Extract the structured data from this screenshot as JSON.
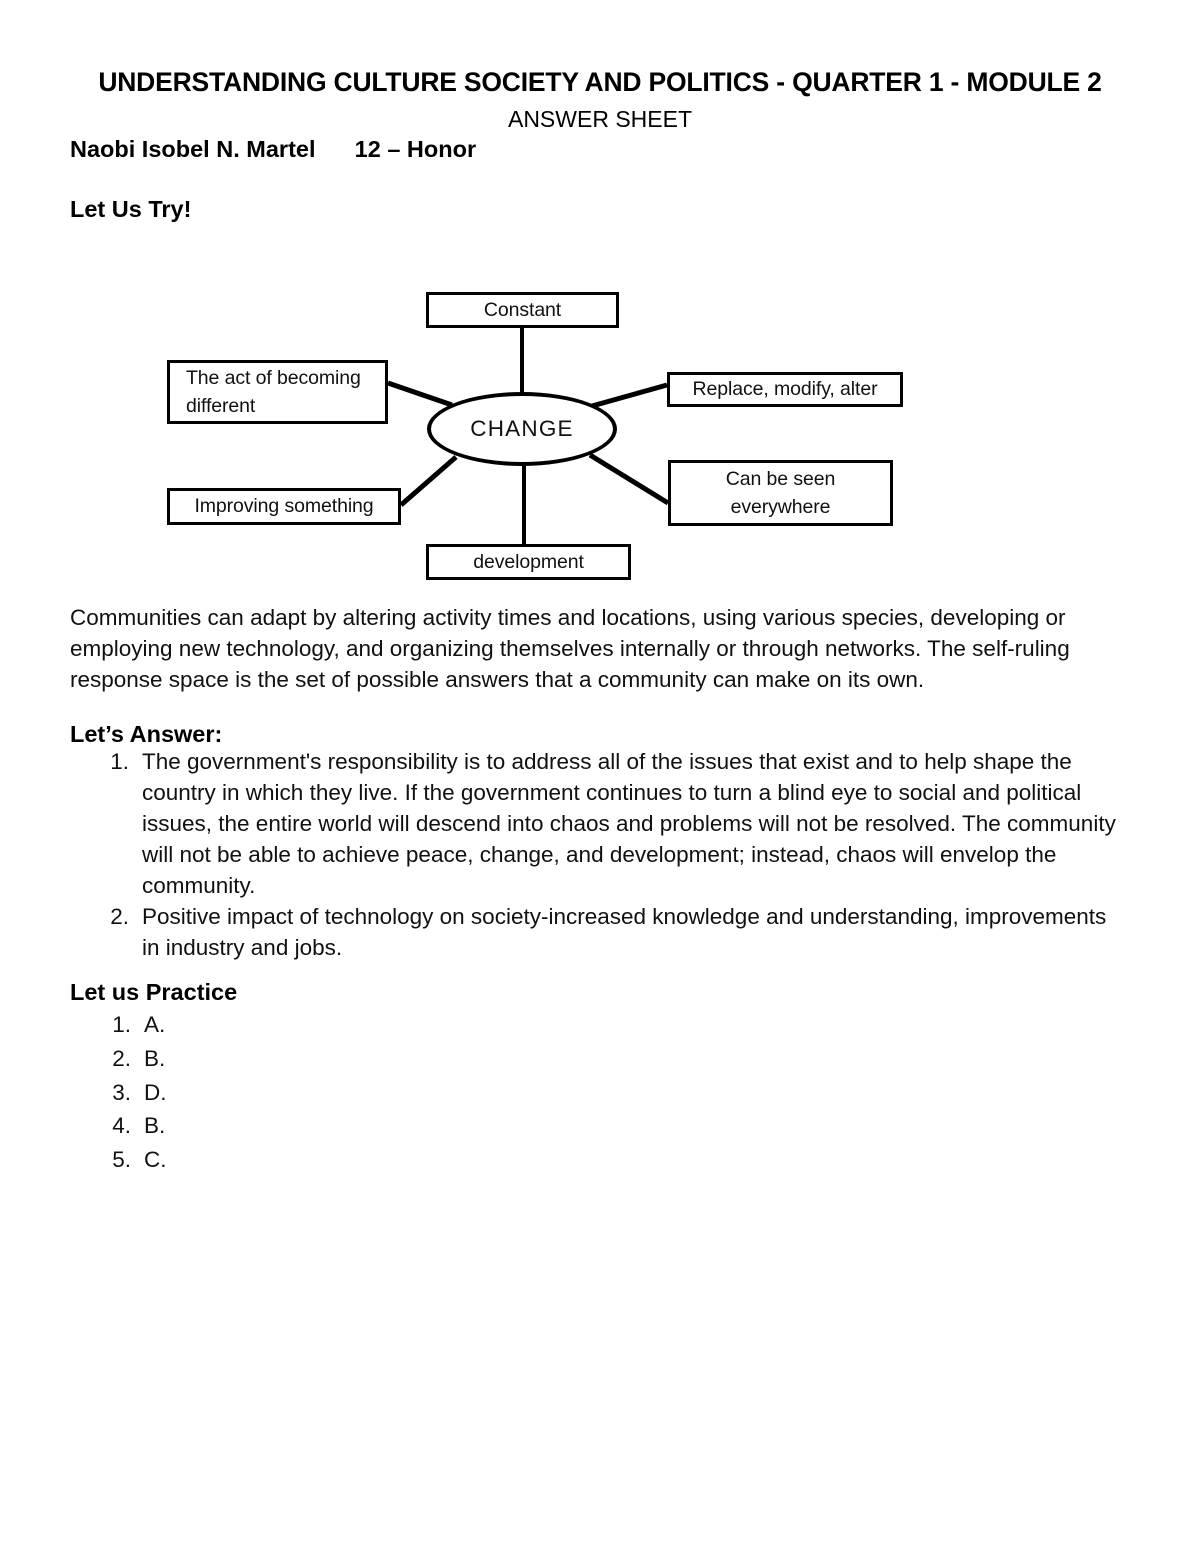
{
  "document": {
    "title": "UNDERSTANDING CULTURE SOCIETY AND POLITICS - QUARTER 1 - MODULE 2",
    "subtitle": "ANSWER SHEET",
    "student_line": "Naobi Isobel N. Martel      12 – Honor"
  },
  "sections": {
    "let_us_try": "Let Us Try!",
    "lets_answer": "Let’s Answer:",
    "let_us_practice": "Let us Practice"
  },
  "diagram": {
    "center": "CHANGE",
    "nodes": {
      "constant": "Constant",
      "act_of_becoming_different": "The act of becoming different",
      "replace_modify_alter": "Replace, modify, alter",
      "improving_something": "Improving something",
      "can_be_seen_everywhere": "Can be seen everywhere",
      "development": "development"
    }
  },
  "body_paragraph": "Communities can adapt by altering activity times and locations, using various species, developing or employing new technology, and organizing themselves internally or through networks. The self-ruling response space is the set of possible answers that a community can make on its own.",
  "answers": [
    {
      "marker": "1.",
      "text": "The government's responsibility is to address all of the issues that exist and to help shape the country in which they live. If the government continues to turn a blind eye to social and political issues, the entire world will descend into chaos and problems will not be resolved. The community will not be able to achieve peace, change, and development; instead, chaos will envelop the community."
    },
    {
      "marker": "2.",
      "text": "Positive impact of technology on society-increased knowledge and understanding, improvements in industry and jobs."
    }
  ],
  "practice": [
    {
      "marker": "1.",
      "text": "A."
    },
    {
      "marker": "2.",
      "text": "B."
    },
    {
      "marker": "3.",
      "text": "D."
    },
    {
      "marker": "4.",
      "text": "B."
    },
    {
      "marker": "5.",
      "text": "C."
    }
  ],
  "colors": {
    "page_background": "#ffffff",
    "text": "#000000",
    "diagram_stroke": "#000000"
  }
}
